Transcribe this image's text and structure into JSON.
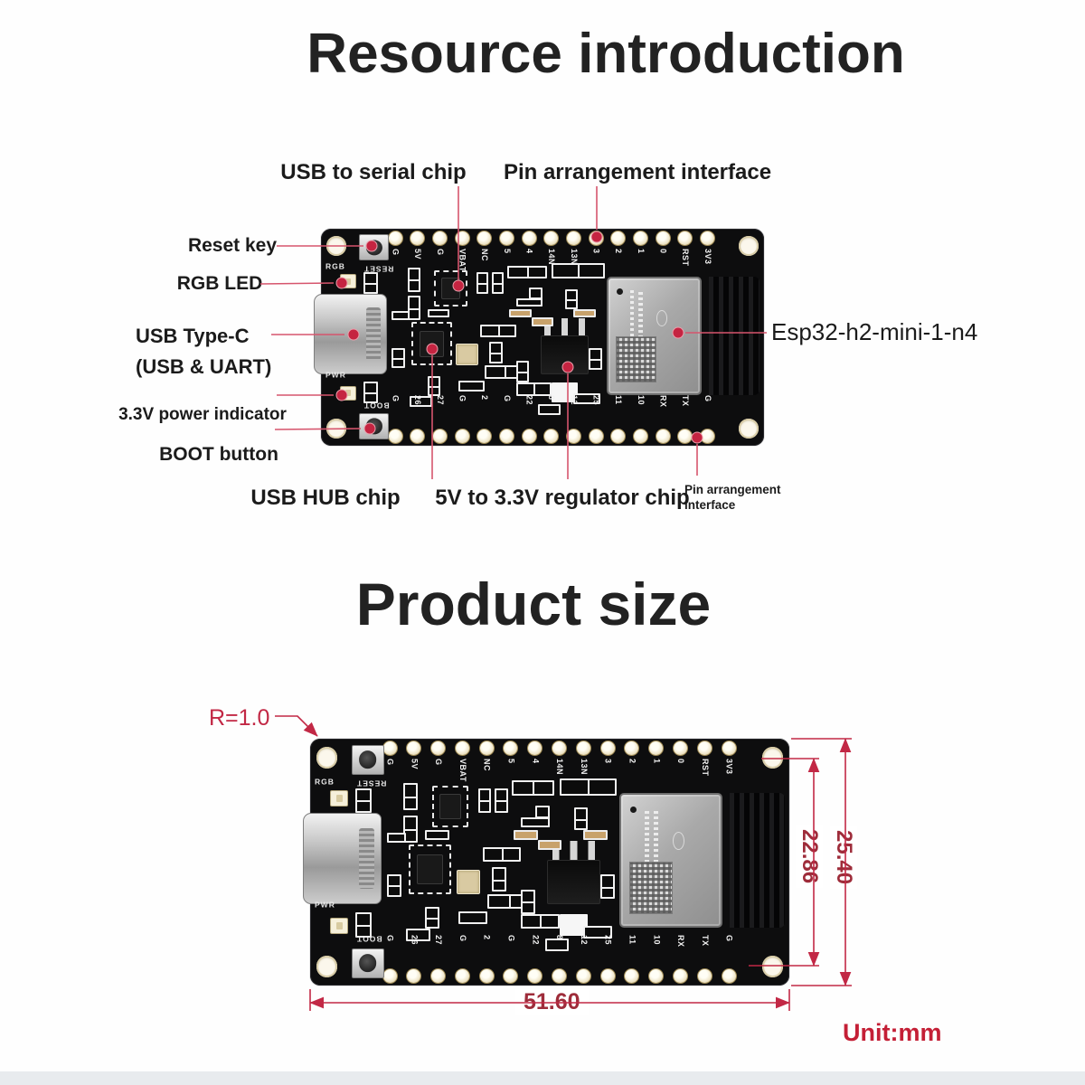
{
  "section1": {
    "title": "Resource introduction",
    "callouts": {
      "usb_serial": "USB to serial chip",
      "pin_top": "Pin arrangement interface",
      "reset": "Reset key",
      "rgb_led": "RGB LED",
      "usb_c_line1": "USB Type-C",
      "usb_c_line2": "(USB & UART)",
      "power_indicator": "3.3V power indicator",
      "boot": "BOOT button",
      "usb_hub": "USB HUB chip",
      "regulator": "5V to 3.3V regulator chip",
      "pin_bottom_line1": "Pin arrangement",
      "pin_bottom_line2": "interface",
      "module": "Esp32-h2-mini-1-n4"
    }
  },
  "section2": {
    "title": "Product size",
    "dimensions": {
      "corner_radius": "R=1.0",
      "width": "51.60",
      "inner_height": "22.86",
      "outer_height": "25.40",
      "unit": "Unit:mm"
    }
  },
  "board": {
    "silkscreen": {
      "reset": "RESET",
      "boot": "BOOT",
      "rgb": "RGB",
      "pwr": "PWR"
    },
    "pins_top": [
      "G",
      "5V",
      "G",
      "VBAT",
      "NC",
      "5",
      "4",
      "14N",
      "13N",
      "3",
      "2",
      "1",
      "0",
      "RST",
      "3V3"
    ],
    "pins_bottom": [
      "G",
      "26",
      "27",
      "G",
      "2",
      "G",
      "22",
      "8",
      "12",
      "25",
      "11",
      "10",
      "RX",
      "TX",
      "G"
    ]
  },
  "colors": {
    "callout_line": "#d6556d",
    "callout_dot": "#c52441",
    "dimension_line": "#c22845",
    "dimension_text": "#9e2c3a",
    "unit_text": "#c41f36"
  }
}
